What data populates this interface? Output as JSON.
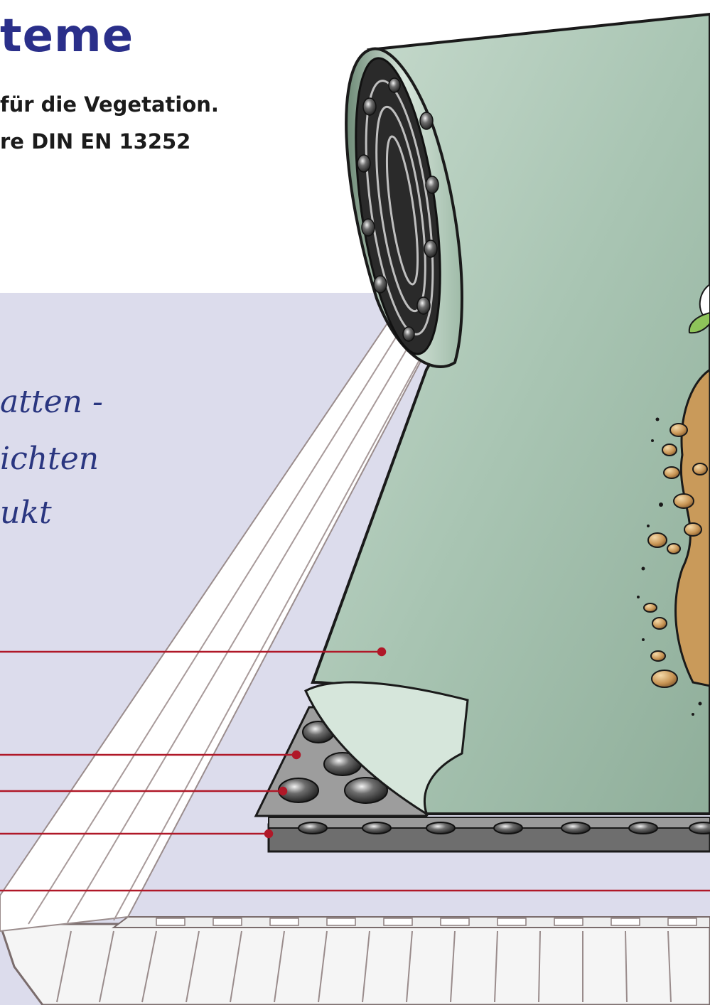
{
  "header": {
    "title": "teme",
    "line1": "für die Vegetation.",
    "line2": "re DIN EN 13252"
  },
  "notes": {
    "line1": "atten -",
    "line2": "ichten",
    "line3": "ukt"
  },
  "colors": {
    "title": "#2a2f8a",
    "panel": "#dcdcec",
    "fleece": "#a8c3b1",
    "leader_line": "#b01828",
    "gravel": "#c99a5a",
    "drain_board": "#8c8c8c"
  },
  "callouts": [
    {
      "target": "filter-fleece"
    },
    {
      "target": "drain-board-top"
    },
    {
      "target": "drain-board-cup"
    },
    {
      "target": "protective-layer"
    },
    {
      "target": "roof-insulation"
    }
  ]
}
